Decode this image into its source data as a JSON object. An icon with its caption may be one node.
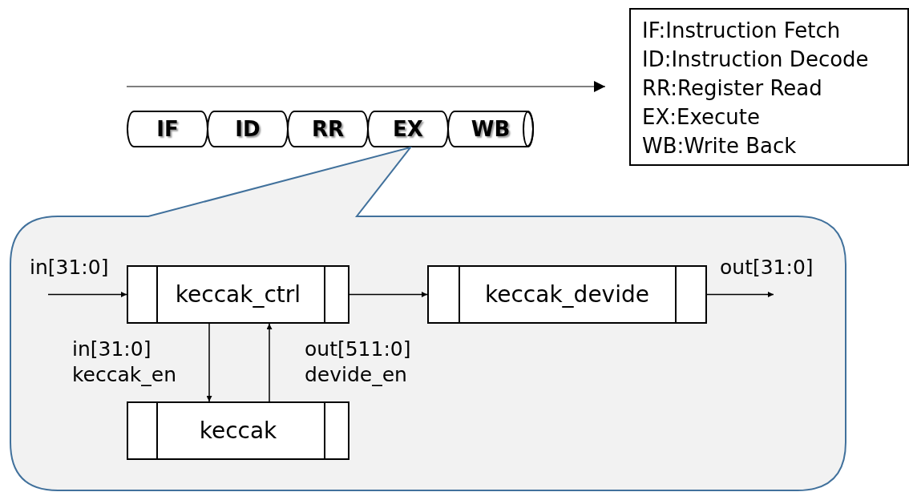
{
  "diagram": {
    "nodes": [
      {
        "text": [
          "IF"
        ]
      },
      {
        "text": [
          "ID"
        ]
      },
      {
        "text": [
          "RR"
        ]
      },
      {
        "text": [
          "EX"
        ]
      },
      {
        "text": [
          "WB"
        ]
      },
      {
        "text": [
          "IF:Instruction Fetch",
          "ID:Instruction Decode",
          "RR:Register Read",
          "EX:Execute",
          "WB:Write Back"
        ]
      },
      {
        "text": [],
        "shape": "box"
      },
      {
        "text": [
          "keccak_ctrl"
        ],
        "in": 6
      },
      {
        "text": [
          "keccak_devide"
        ],
        "in": 6
      },
      {
        "text": [
          "keccak"
        ],
        "in": 6
      }
    ],
    "edges": [
      {
        "from": null,
        "to": 7,
        "arrow": "to",
        "label": "in[31:0]"
      },
      {
        "from": 7,
        "to": 8,
        "arrow": "to"
      },
      {
        "from": 8,
        "to": null,
        "arrow": "to",
        "label": "out[31:0]"
      },
      {
        "from": 7,
        "to": 9,
        "arrow": "to",
        "label": "in[31:0] keccak_en"
      },
      {
        "from": 9,
        "to": 7,
        "arrow": "to",
        "label": "out[511:0] devide_en"
      }
    ]
  }
}
